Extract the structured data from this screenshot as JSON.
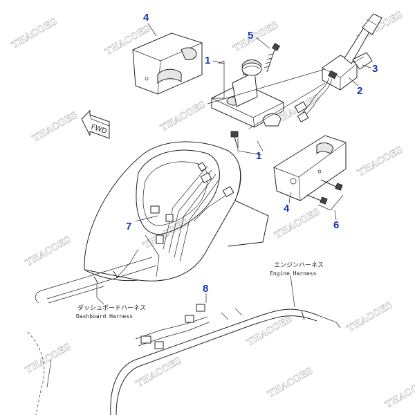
{
  "callouts": {
    "c1a": "1",
    "c1b": "1",
    "c2": "2",
    "c3": "3",
    "c4a": "4",
    "c4b": "4",
    "c5": "5",
    "c6": "6",
    "c7": "7",
    "c8": "8"
  },
  "fwd_label": "FWD",
  "dashboard_harness": {
    "jp": "ダッシュボードハーネス",
    "en": "Dashboard Harness"
  },
  "engine_harness": {
    "jp": "エンジンハーネス",
    "en": "Engine Harness"
  },
  "watermark": "THACOES",
  "colors": {
    "callout": "#1a2fb0",
    "line": "#222222",
    "watermark": "#c8c8c8"
  }
}
